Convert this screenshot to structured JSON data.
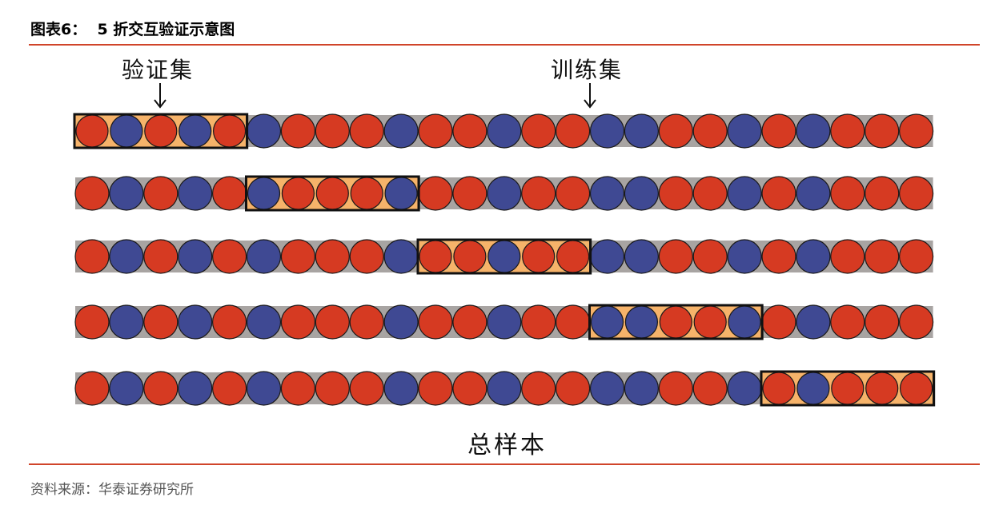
{
  "header": {
    "title": "图表6：  5 折交互验证示意图"
  },
  "labels": {
    "validation_set": "验证集",
    "training_set": "训练集",
    "total_samples": "总样本"
  },
  "footer": {
    "source": "资料来源：华泰证券研究所"
  },
  "colors": {
    "red": "#d63a22",
    "blue": "#3f4993",
    "bar_gray": "#a8a4a2",
    "fold_fill": "#f6b36a",
    "rule": "#d0452a"
  },
  "sample_sequence": [
    "R",
    "B",
    "R",
    "B",
    "R",
    "B",
    "R",
    "R",
    "R",
    "B",
    "R",
    "R",
    "B",
    "R",
    "R",
    "B",
    "B",
    "R",
    "R",
    "B",
    "R",
    "B",
    "R",
    "R",
    "R"
  ],
  "folds": [
    {
      "fold": 1,
      "validation_start": 0,
      "validation_count": 5
    },
    {
      "fold": 2,
      "validation_start": 5,
      "validation_count": 5
    },
    {
      "fold": 3,
      "validation_start": 10,
      "validation_count": 5
    },
    {
      "fold": 4,
      "validation_start": 15,
      "validation_count": 5
    },
    {
      "fold": 5,
      "validation_start": 20,
      "validation_count": 5
    }
  ]
}
